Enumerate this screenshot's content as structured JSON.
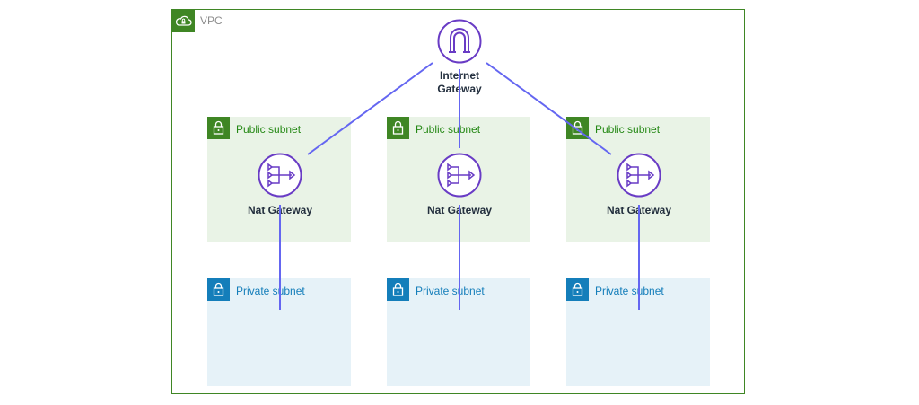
{
  "vpc": {
    "label": "VPC",
    "icon": "cloud-lock-icon",
    "border_color": "#3f8624"
  },
  "internet_gateway": {
    "label_line1": "Internet",
    "label_line2": "Gateway",
    "icon": "internet-gateway-icon",
    "color": "#693cc5"
  },
  "public_subnets": [
    {
      "label": "Public subnet",
      "icon": "lock-icon",
      "nat_label": "Nat Gateway"
    },
    {
      "label": "Public subnet",
      "icon": "lock-icon",
      "nat_label": "Nat Gateway"
    },
    {
      "label": "Public subnet",
      "icon": "lock-icon",
      "nat_label": "Nat Gateway"
    }
  ],
  "private_subnets": [
    {
      "label": "Private subnet",
      "icon": "lock-icon"
    },
    {
      "label": "Private subnet",
      "icon": "lock-icon"
    },
    {
      "label": "Private subnet",
      "icon": "lock-icon"
    }
  ],
  "colors": {
    "public_subnet_fill": "#e9f3e6",
    "public_subnet_accent": "#3f8624",
    "private_subnet_fill": "#e6f2f8",
    "private_subnet_accent": "#147eba",
    "connector": "#6466f1",
    "gateway_icon": "#693cc5"
  }
}
